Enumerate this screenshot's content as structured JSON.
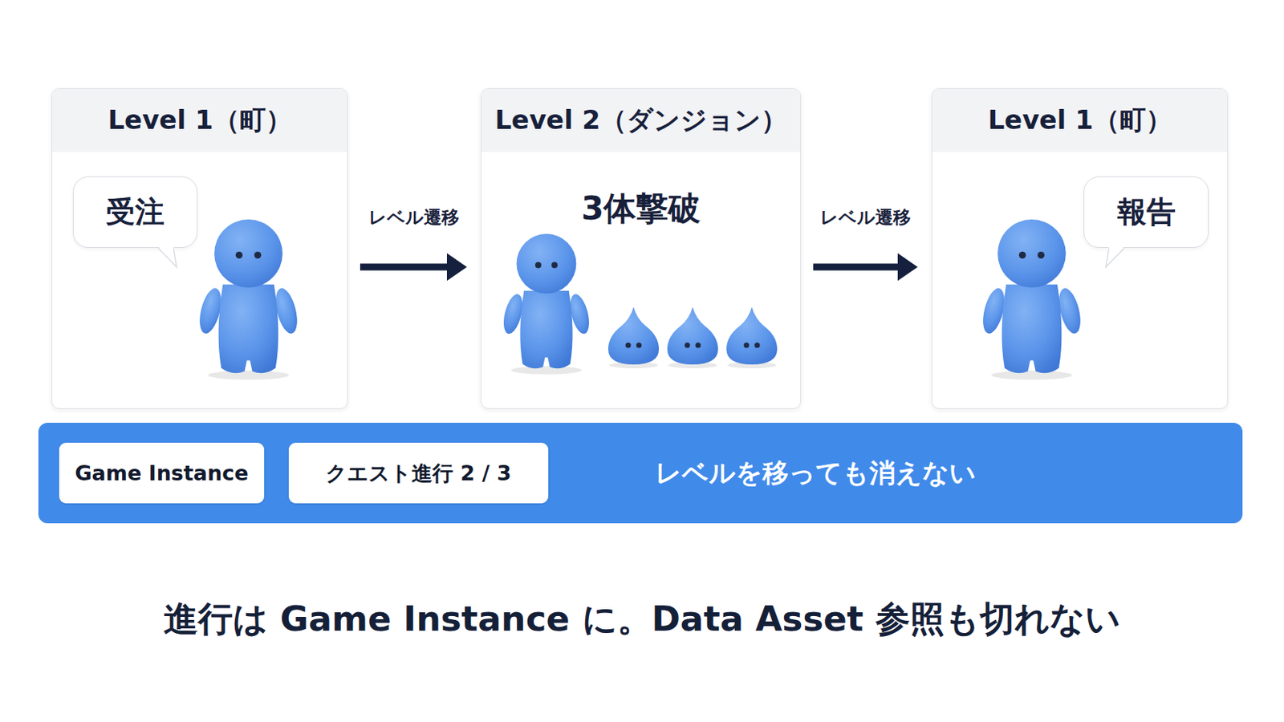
{
  "diagram": {
    "caption": "進行は Game Instance に。Data Asset 参照も切れない",
    "nodes": [
      {
        "text": [
          "Level 1（町）"
        ]
      },
      {
        "text": [
          "受注"
        ],
        "in": 0
      },
      {
        "text": [
          "Level 2（ダンジョン）",
          "3体撃破"
        ]
      },
      {
        "text": [
          "Level 1（町）"
        ]
      },
      {
        "text": [
          "報告"
        ],
        "in": 3
      },
      {
        "text": [
          "レベルを移っても消えない"
        ]
      },
      {
        "text": [
          "Game Instance"
        ],
        "in": 5
      },
      {
        "text": [
          "クエスト進行 2 / 3"
        ],
        "in": 5
      }
    ],
    "edges": [
      {
        "from": 0,
        "to": 2,
        "arrow": "to",
        "label": "レベル遷移"
      },
      {
        "from": 2,
        "to": 3,
        "arrow": "to",
        "label": "レベル遷移"
      }
    ]
  }
}
